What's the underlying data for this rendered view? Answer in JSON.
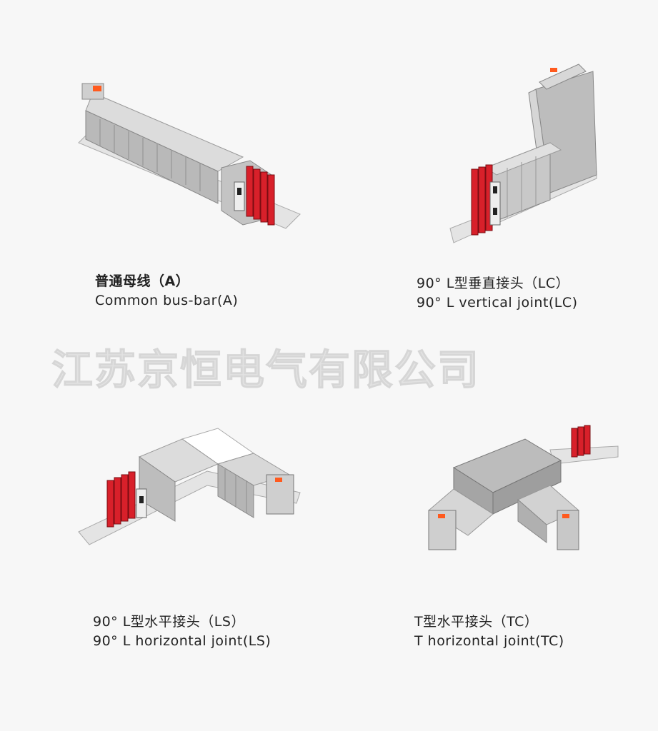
{
  "watermark": "江苏京恒电气有限公司",
  "products": [
    {
      "zh": "普通母线（A）",
      "en": "Common bus-bar(A)"
    },
    {
      "zh": "90° L型垂直接头（LC）",
      "en": "90° L vertical joint(LC)"
    },
    {
      "zh": "90° L型水平接头（LS）",
      "en": "90° L horizontal joint(LS)"
    },
    {
      "zh": "T型水平接头（TC）",
      "en": "T horizontal joint(TC)"
    }
  ],
  "colors": {
    "housing": "#c9c9c9",
    "housing_dark": "#9e9e9e",
    "plate": "#e4e4e4",
    "insulator": "#d8202a",
    "accent": "#ff5a1e"
  }
}
